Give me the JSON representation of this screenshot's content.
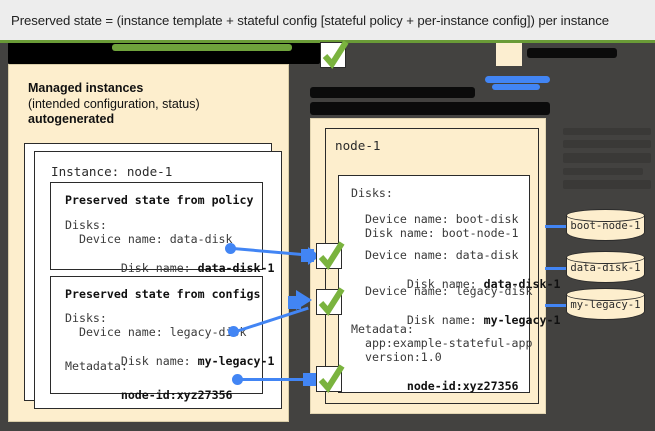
{
  "caption": {
    "text": "Preserved state = (instance template + stateful config [stateful policy + per-instance config]) per instance"
  },
  "left_panel": {
    "title_line1": "Managed instances",
    "title_line2": "(intended configuration, status)",
    "title_line3": "autogenerated",
    "instance_label": "Instance: node-1",
    "policy_box": {
      "header": "Preserved state from policy",
      "line1": "Disks:",
      "line2": "  Device name: data-disk",
      "line3_prefix": "  Disk name: ",
      "line3_value": "data-disk-1"
    },
    "configs_box": {
      "header": "Preserved state from configs",
      "line1": "Disks:",
      "line2": "  Device name: legacy-disk",
      "line3_prefix": "  Disk name: ",
      "line3_value": "my-legacy-1",
      "line4": "Metadata:",
      "line5_value": "  node-id:xyz27356"
    }
  },
  "right_panel": {
    "node_label": "node-1",
    "disks_label": "Disks:",
    "boot": {
      "device": "  Device name: boot-disk",
      "disk": "  Disk name: boot-node-1"
    },
    "data": {
      "device": "  Device name: data-disk",
      "disk_prefix": "  Disk name: ",
      "disk_value": "data-disk-1"
    },
    "legacy": {
      "device": "  Device name: legacy-disk",
      "disk_prefix": "  Disk name: ",
      "disk_value": "my-legacy-1"
    },
    "metadata": {
      "label": "Metadata:",
      "line1": "  app:example-stateful-app",
      "line2": "  version:1.0",
      "line3_value": "  node-id:xyz27356"
    }
  },
  "disks": [
    {
      "name": "boot-node-1"
    },
    {
      "name": "data-disk-1"
    },
    {
      "name": "my-legacy-1"
    }
  ],
  "colors": {
    "beige": "#fdeecd",
    "dark_canvas": "#434240",
    "accent_blue": "#4285f4",
    "check_green": "#7ab33e",
    "rule_green": "#6a9b37"
  },
  "icons": {
    "check": "check-icon"
  }
}
